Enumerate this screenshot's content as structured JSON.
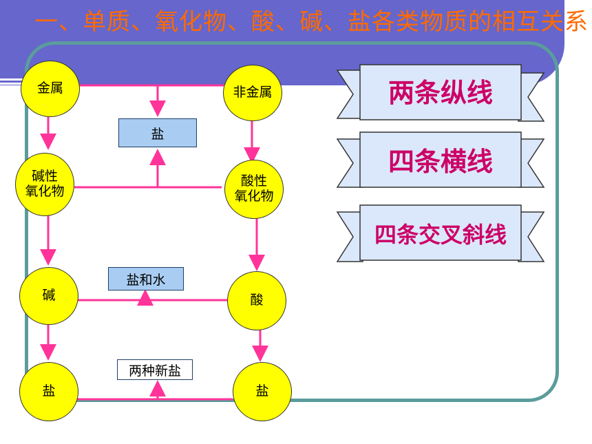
{
  "title": "一、单质、氧化物、酸、碱、盐各类物质的相互关系",
  "nodes": {
    "metal": "金属",
    "nonmetal": "非金属",
    "basic_oxide": "碱性\n氧化物",
    "acidic_oxide": "酸性\n氧化物",
    "base": "碱",
    "acid": "酸",
    "salt_left": "盐",
    "salt_right": "盐"
  },
  "boxes": {
    "salt": "盐",
    "salt_and_water": "盐和水",
    "two_new_salts": "两种新盐"
  },
  "ribbons": {
    "two_vertical": "两条纵线",
    "four_horizontal": "四条横线",
    "four_diagonal": "四条交叉斜线"
  },
  "colors": {
    "header": "#6666cc",
    "title": "#ff6a00",
    "frame": "#5b9c9c",
    "node_fill": "#ffff00",
    "line": "#ff3399",
    "box_fill": "#a9cdf2",
    "ribbon_fill": "#dbe8fb",
    "ribbon_text": "#cc0066"
  }
}
